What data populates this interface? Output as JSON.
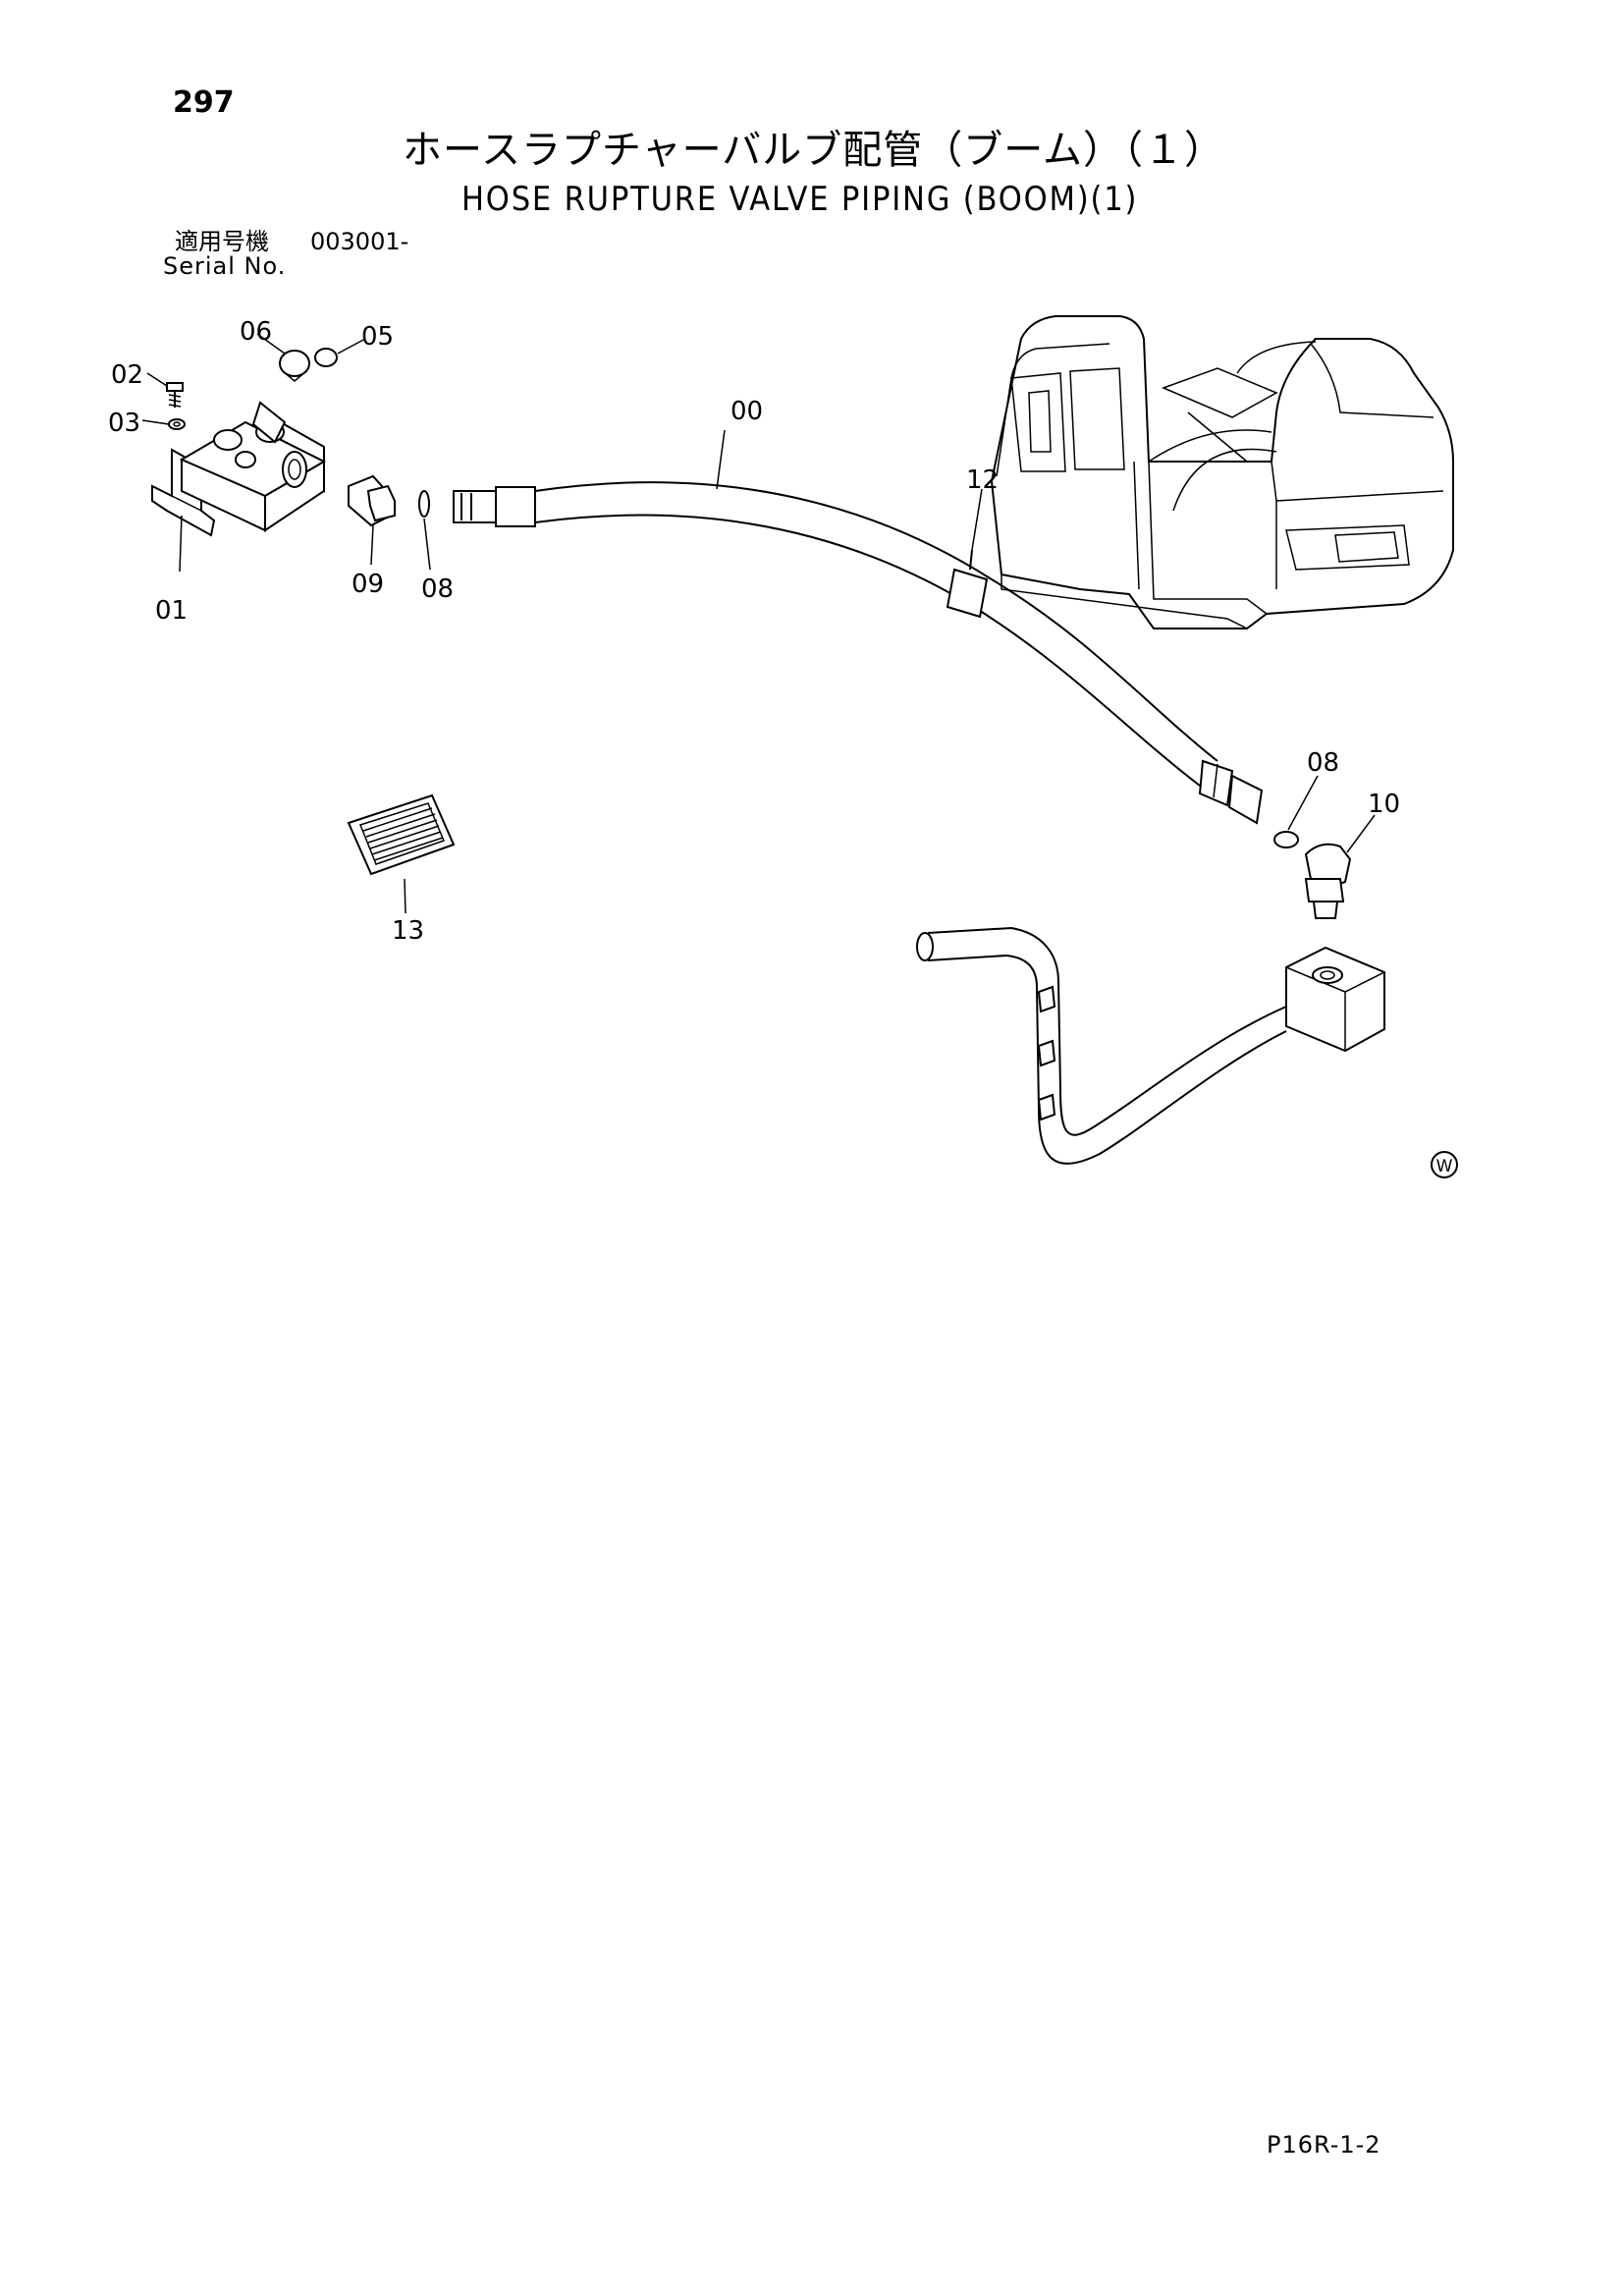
{
  "header": {
    "page_number": "297",
    "title_jp": "ホースラプチャーバルブ配管（ブーム）（１）",
    "title_en": "HOSE RUPTURE VALVE PIPING (BOOM)(1)",
    "serial_label_jp": "適用号機",
    "serial_value": "003001-",
    "serial_label_en": "Serial No."
  },
  "callouts": {
    "c00": "00",
    "c01": "01",
    "c02": "02",
    "c03": "03",
    "c05": "05",
    "c06": "06",
    "c08a": "08",
    "c08b": "08",
    "c09": "09",
    "c10": "10",
    "c12": "12",
    "c13": "13",
    "w_mark": "W"
  },
  "footer": {
    "page_code": "P16R-1-2"
  }
}
